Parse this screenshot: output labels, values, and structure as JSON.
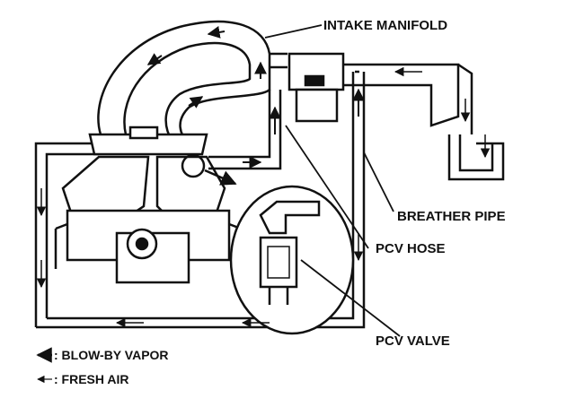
{
  "labels": {
    "intake_manifold": "INTAKE MANIFOLD",
    "breather_pipe": "BREATHER PIPE",
    "pcv_hose": "PCV HOSE",
    "pcv_valve": "PCV VALVE"
  },
  "legend": {
    "blow_by": ": BLOW-BY VAPOR",
    "fresh_air": ": FRESH AIR"
  },
  "colors": {
    "ink": "#111111",
    "paper": "#ffffff"
  }
}
